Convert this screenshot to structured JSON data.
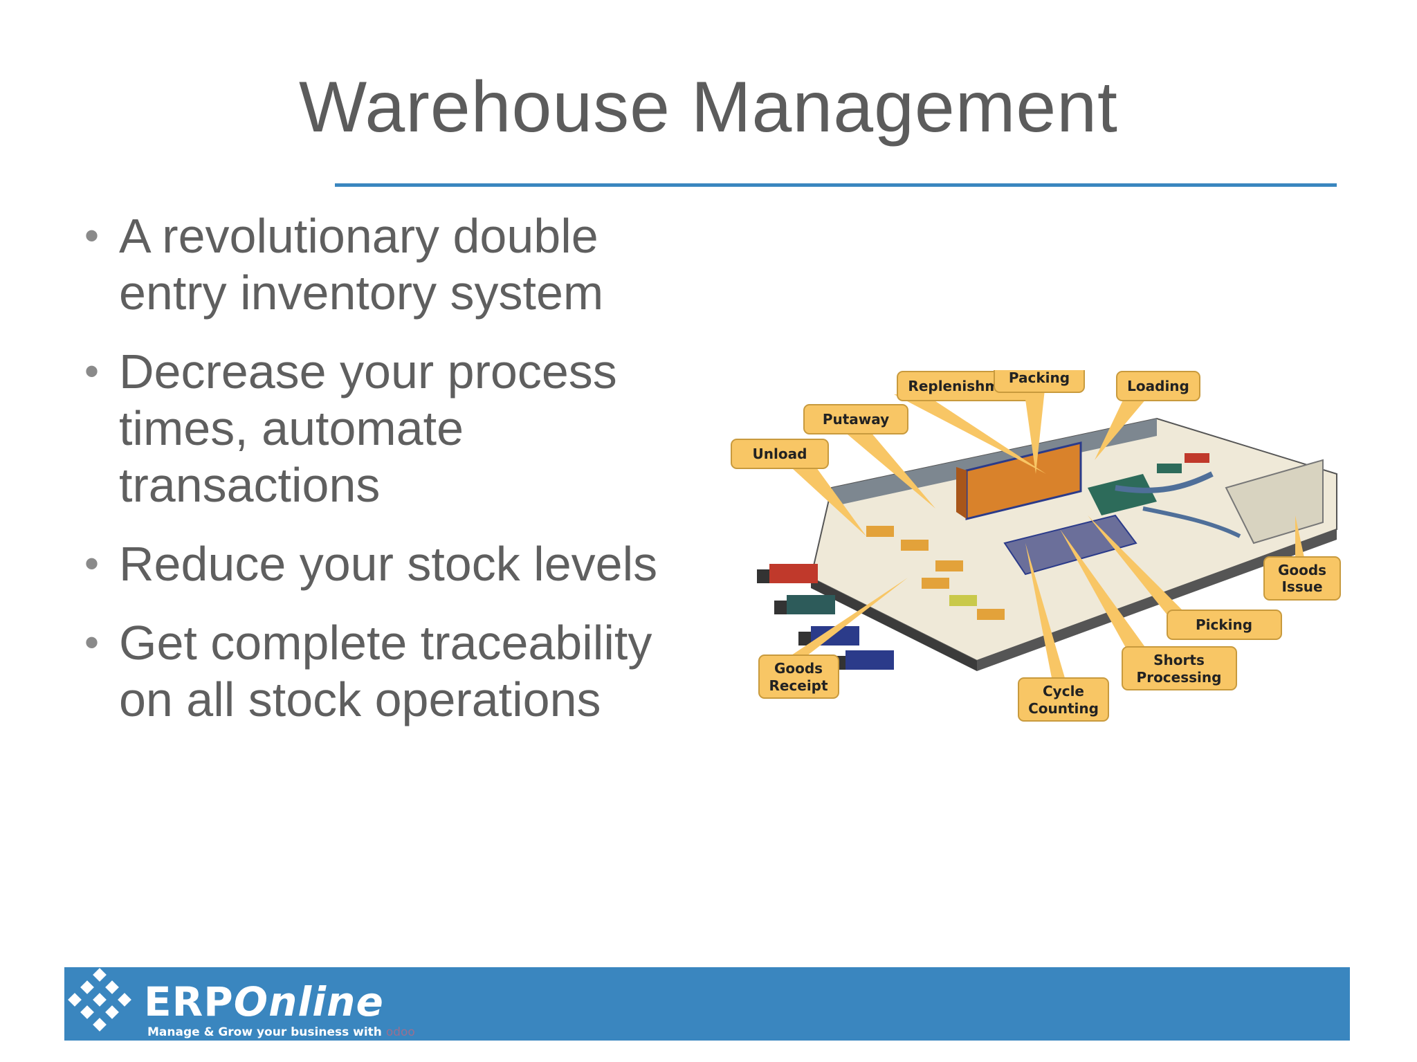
{
  "slide": {
    "title": "Warehouse Management",
    "bullets": [
      "A revolutionary double entry inventory system",
      "Decrease your process times, automate transactions",
      "Reduce your stock levels",
      "Get complete traceability on all stock operations"
    ]
  },
  "diagram": {
    "labels": {
      "unload": "Unload",
      "putaway": "Putaway",
      "replenishment": "Replenishment",
      "packing": "Packing",
      "loading": "Loading",
      "goods_issue_1": "Goods",
      "goods_issue_2": "Issue",
      "picking": "Picking",
      "shorts_1": "Shorts",
      "shorts_2": "Processing",
      "cycle_1": "Cycle",
      "cycle_2": "Counting",
      "goods_receipt_1": "Goods",
      "goods_receipt_2": "Receipt"
    }
  },
  "footer": {
    "brand_erp": "ERP",
    "brand_online": "Online",
    "tagline": "Manage & Grow your business with",
    "tagline_odoo": "odoo"
  },
  "colors": {
    "accent": "#3a86bf",
    "callout": "#f8c665",
    "text": "#5f5f5f"
  }
}
